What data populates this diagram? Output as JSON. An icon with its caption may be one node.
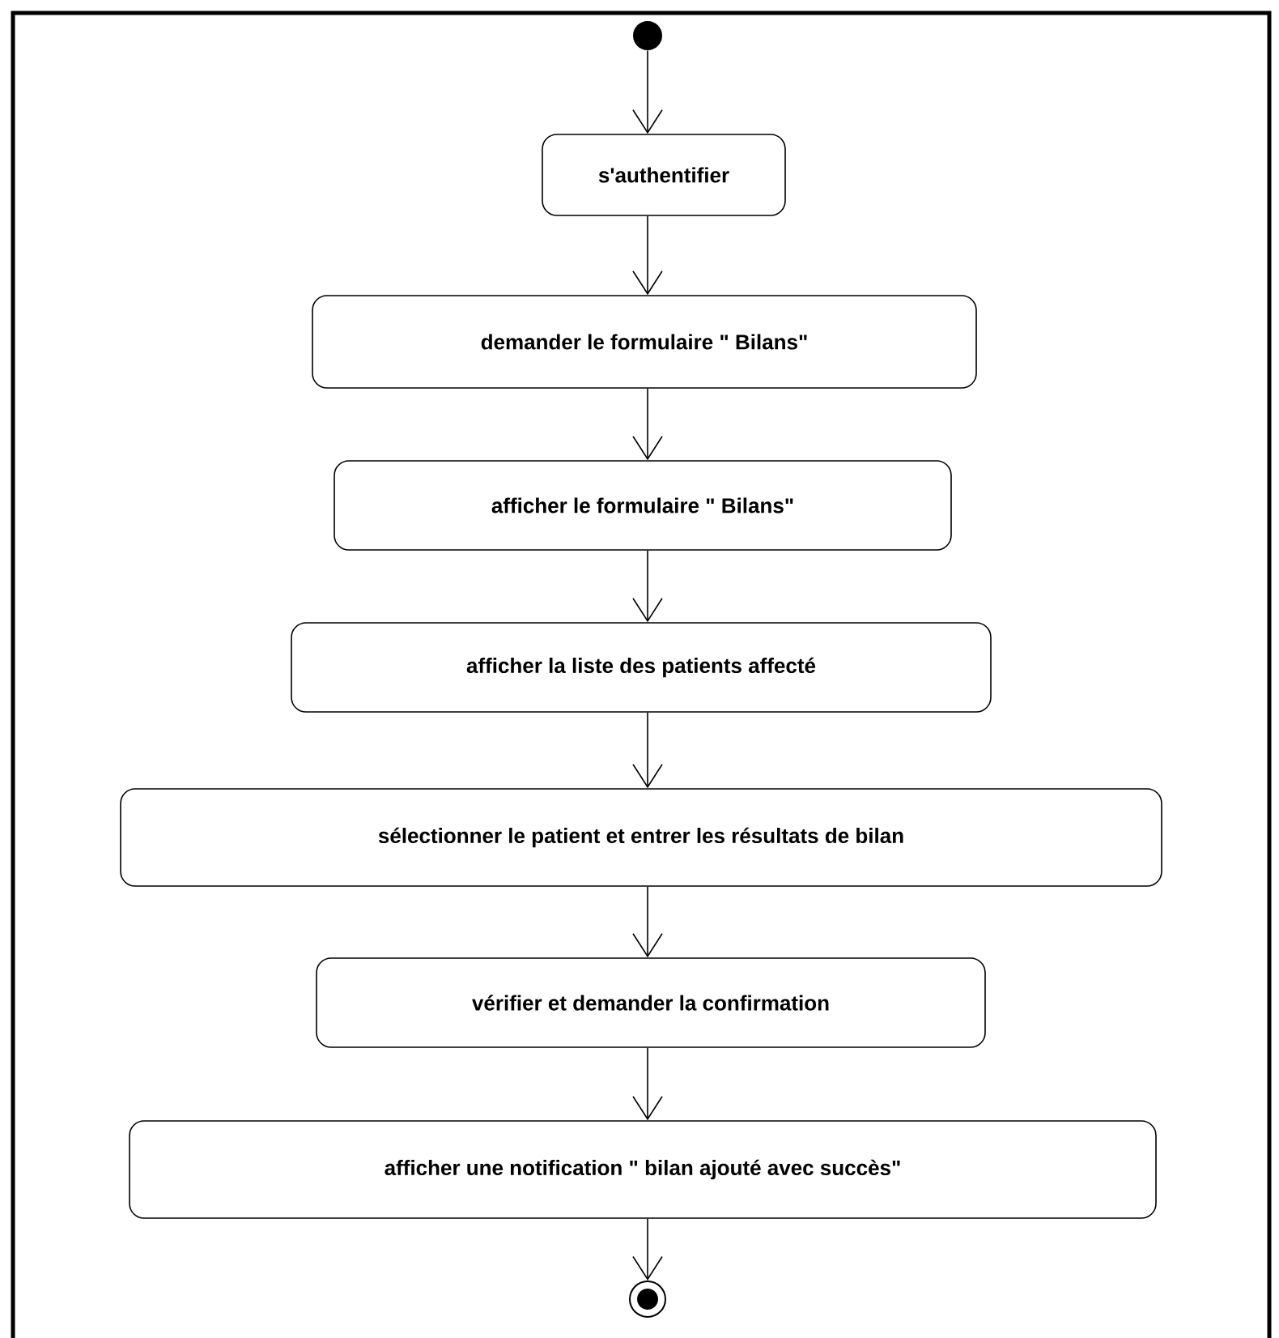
{
  "diagram": {
    "nodes": [
      {
        "text": [],
        "shape": "circle"
      },
      {
        "text": [
          "s'authentifier"
        ]
      },
      {
        "text": [
          "demander le formulaire \" Bilans\""
        ]
      },
      {
        "text": [
          "afficher le formulaire \" Bilans\""
        ]
      },
      {
        "text": [
          "afficher la liste des patients affecté"
        ]
      },
      {
        "text": [
          "sélectionner le patient et entrer les résultats de bilan"
        ]
      },
      {
        "text": [
          "vérifier et demander la confirmation"
        ]
      },
      {
        "text": [
          "afficher une notification \" bilan ajouté avec succès\""
        ]
      },
      {
        "text": [],
        "shape": "bullseye"
      }
    ],
    "edges": [
      {
        "from": 0,
        "to": 1,
        "arrow": "to"
      },
      {
        "from": 1,
        "to": 2,
        "arrow": "to"
      },
      {
        "from": 2,
        "to": 3,
        "arrow": "to"
      },
      {
        "from": 3,
        "to": 4,
        "arrow": "to"
      },
      {
        "from": 4,
        "to": 5,
        "arrow": "to"
      },
      {
        "from": 5,
        "to": 6,
        "arrow": "to"
      },
      {
        "from": 6,
        "to": 7,
        "arrow": "to"
      },
      {
        "from": 7,
        "to": 8,
        "arrow": "to"
      }
    ]
  }
}
